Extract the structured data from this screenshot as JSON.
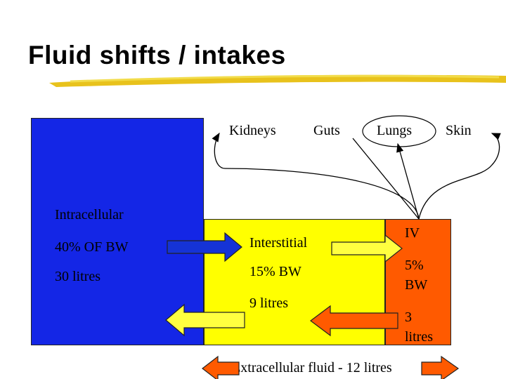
{
  "slide": {
    "title": "Fluid shifts / intakes"
  },
  "routes": {
    "kidneys": "Kidneys",
    "guts": "Guts",
    "lungs": "Lungs",
    "skin": "Skin"
  },
  "compartments": {
    "intracellular": {
      "name": "Intracellular",
      "percent": "40%  OF BW",
      "volume": "30 litres",
      "color": "#1426e6"
    },
    "interstitial": {
      "name": "Interstitial",
      "percent": "15%  BW",
      "volume": "9 litres",
      "color": "#ffff00"
    },
    "iv": {
      "name": "IV",
      "percent_line1": "5%",
      "percent_line2": "BW",
      "volume_line1": "3",
      "volume_line2": "litres",
      "color": "#ff5a00"
    }
  },
  "footer": {
    "extracellular": "Extracellular fluid - 12 litres"
  }
}
